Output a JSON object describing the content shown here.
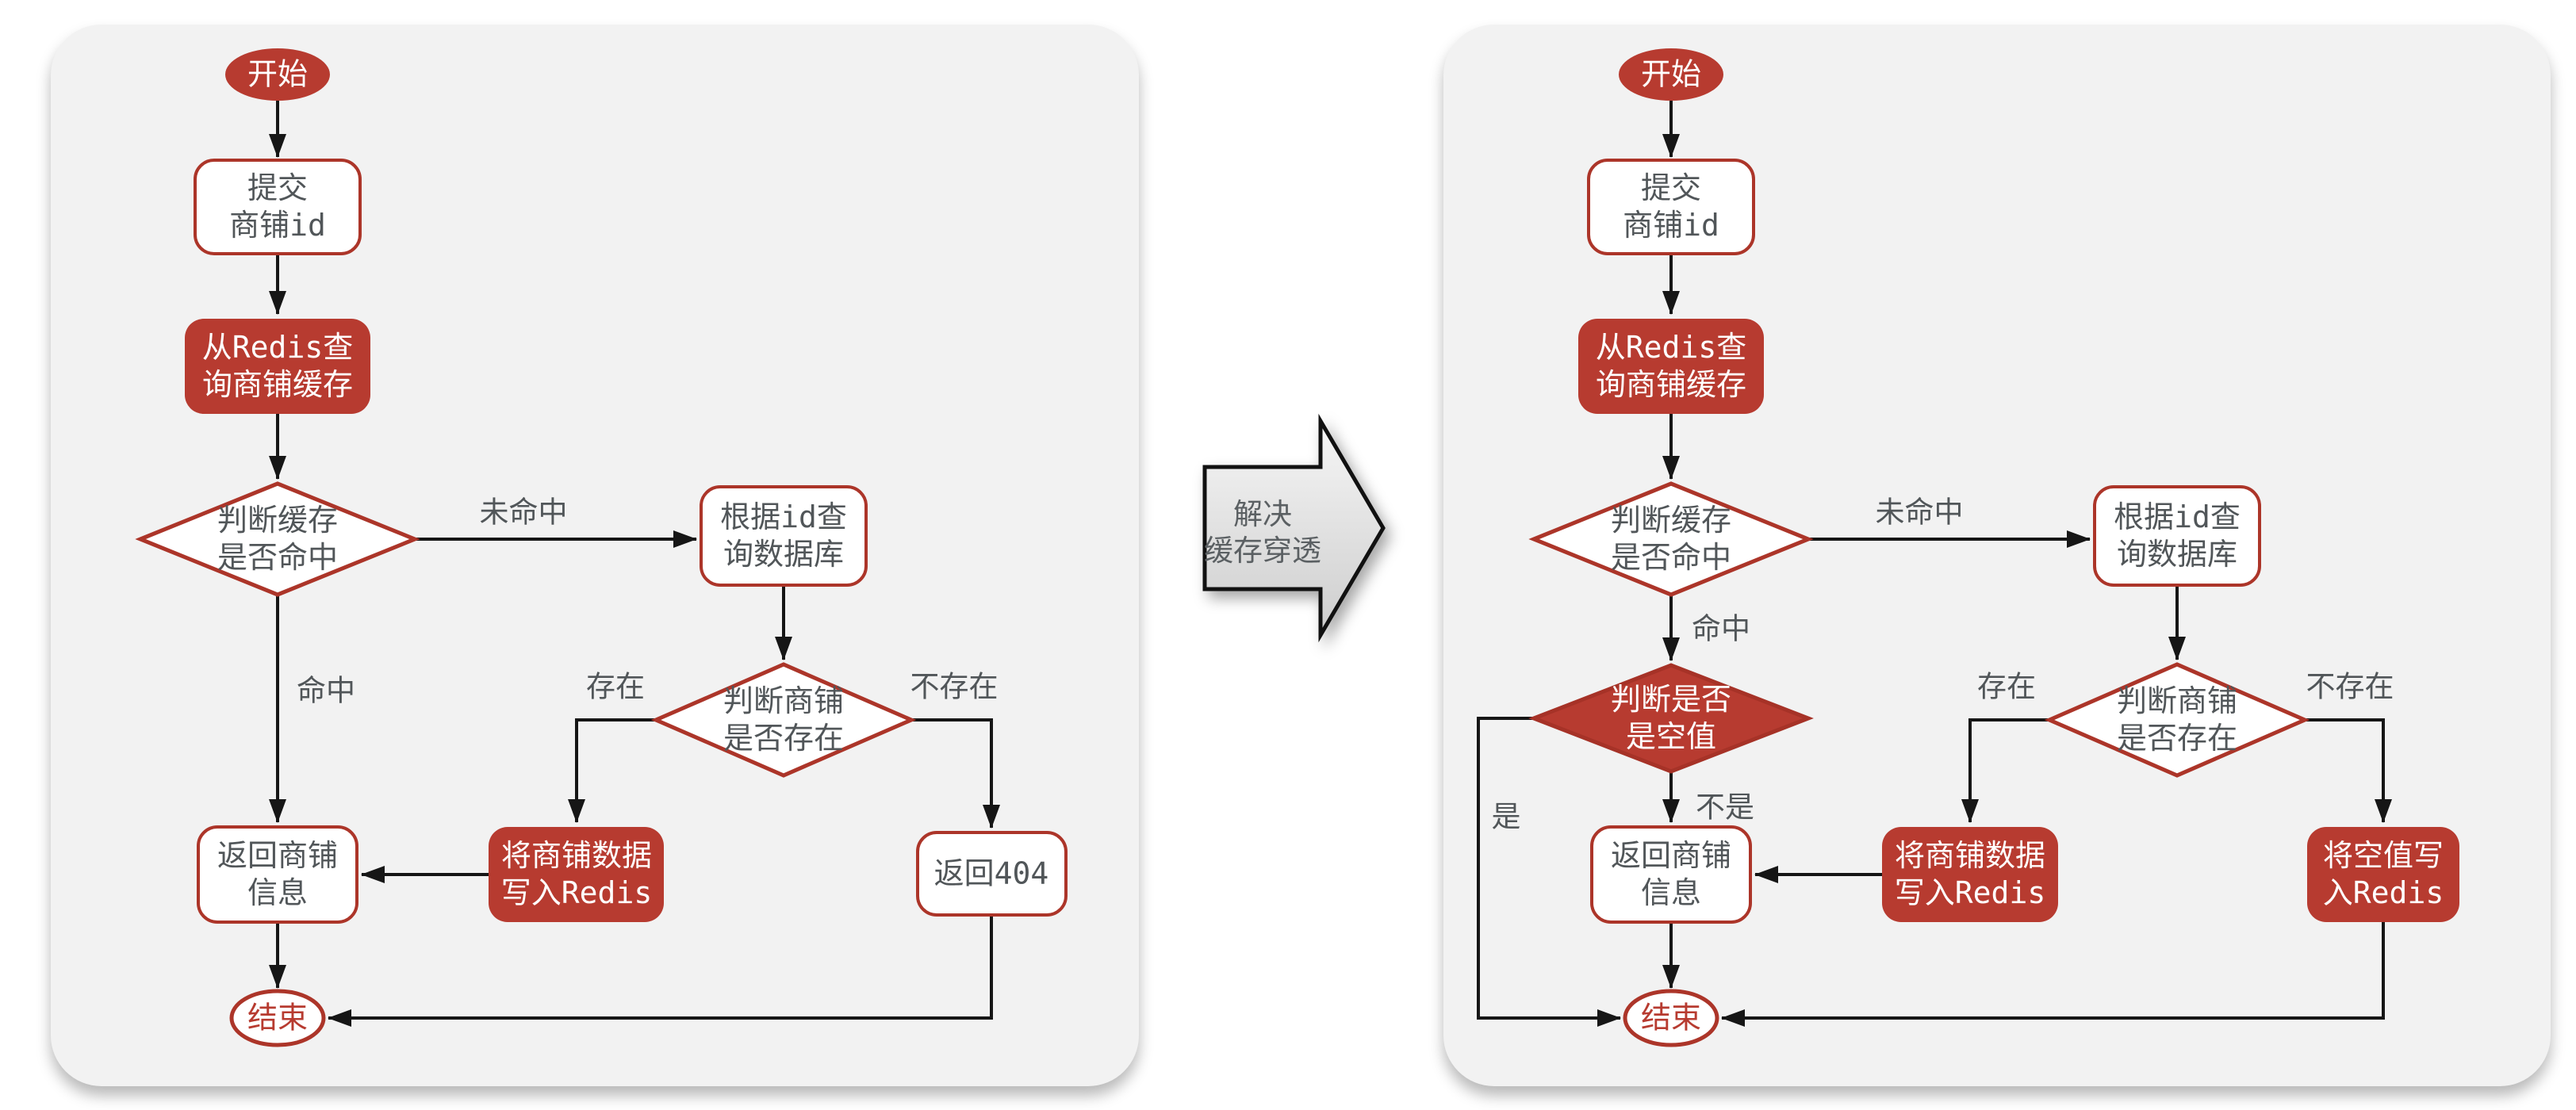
{
  "colors": {
    "red_fill": "#B73B30",
    "red_stroke": "#AC3529",
    "panel_bg": "#F2F2F2",
    "text_gray": "#515659",
    "line_black": "#161616"
  },
  "transition_arrow": {
    "line1": "解决",
    "line2": "缓存穿透"
  },
  "left_chart": {
    "nodes": {
      "start": "开始",
      "submit_shop_id": {
        "line1": "提交",
        "line2": "商铺id"
      },
      "query_redis_cache": {
        "line1": "从Redis查",
        "line2": "询商铺缓存"
      },
      "cache_hit_decision": {
        "line1": "判断缓存",
        "line2": "是否命中"
      },
      "query_db": {
        "line1": "根据id查",
        "line2": "询数据库"
      },
      "shop_exists_decision": {
        "line1": "判断商铺",
        "line2": "是否存在"
      },
      "write_shop_to_redis": {
        "line1": "将商铺数据",
        "line2": "写入Redis"
      },
      "return_shop_info": {
        "line1": "返回商铺",
        "line2": "信息"
      },
      "return_404": "返回404",
      "end": "结束"
    },
    "edge_labels": {
      "miss": "未命中",
      "hit": "命中",
      "exists": "存在",
      "not_exists": "不存在"
    }
  },
  "right_chart": {
    "nodes": {
      "start": "开始",
      "submit_shop_id": {
        "line1": "提交",
        "line2": "商铺id"
      },
      "query_redis_cache": {
        "line1": "从Redis查",
        "line2": "询商铺缓存"
      },
      "cache_hit_decision": {
        "line1": "判断缓存",
        "line2": "是否命中"
      },
      "query_db": {
        "line1": "根据id查",
        "line2": "询数据库"
      },
      "null_value_decision": {
        "line1": "判断是否",
        "line2": "是空值"
      },
      "shop_exists_decision": {
        "line1": "判断商铺",
        "line2": "是否存在"
      },
      "write_shop_to_redis": {
        "line1": "将商铺数据",
        "line2": "写入Redis"
      },
      "write_null_to_redis": {
        "line1": "将空值写",
        "line2": "入Redis"
      },
      "return_shop_info": {
        "line1": "返回商铺",
        "line2": "信息"
      },
      "end": "结束"
    },
    "edge_labels": {
      "miss": "未命中",
      "hit": "命中",
      "yes": "是",
      "no": "不是",
      "exists": "存在",
      "not_exists": "不存在"
    }
  }
}
